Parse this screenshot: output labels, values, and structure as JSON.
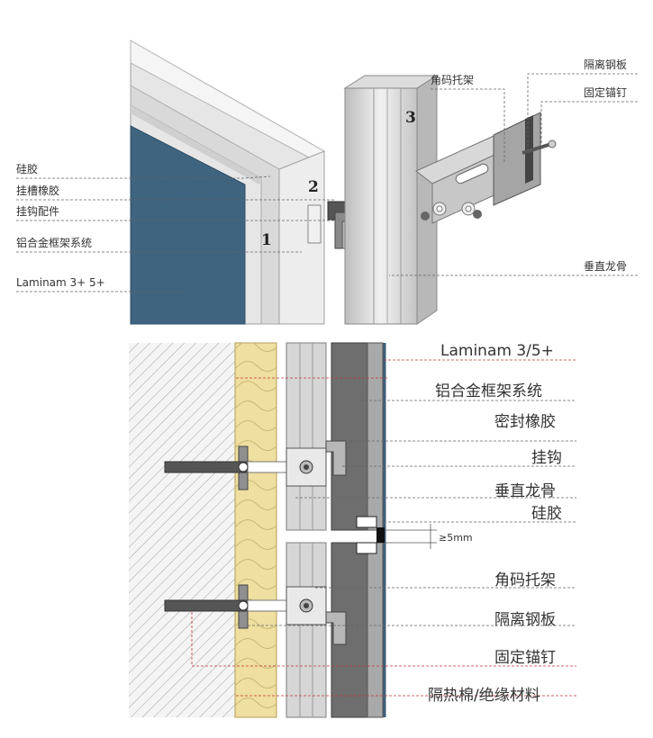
{
  "top_figure": {
    "labels_left": [
      "硅胶",
      "挂槽橡胶",
      "挂钩配件",
      "铝合金框架系统",
      "Laminam 3+ 5+"
    ],
    "labels_right": [
      "角码托架",
      "隔离钢板",
      "固定锚钉",
      "垂直龙骨"
    ],
    "callouts": [
      "1",
      "2",
      "3"
    ]
  },
  "bottom_figure": {
    "labels": [
      "Laminam 3/5+",
      "铝合金框架系统",
      "密封橡胶",
      "挂钩",
      "垂直龙骨",
      "硅胶",
      "角码托架",
      "隔离钢板",
      "固定锚钉",
      "隔热棉/绝缘材料"
    ],
    "gap_dimension": "≥5mm"
  },
  "colors": {
    "panel_blue": "#3e6480",
    "insulation_yellow": "#efdfa0",
    "aluminum_light": "#d6d6d6",
    "steel_dark": "#6e6e6e",
    "leader_red": "#c33333"
  }
}
